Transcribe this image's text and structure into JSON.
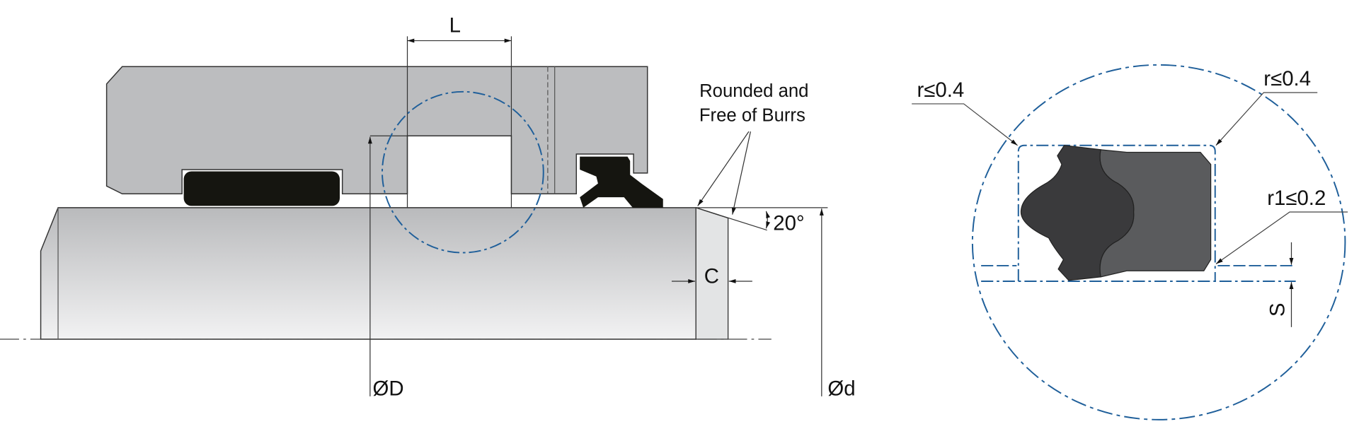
{
  "left_view": {
    "dim_L": "L",
    "dim_bore": "ØD",
    "dim_rod": "Ød",
    "dim_chamfer": "C",
    "angle": "20°",
    "note_line1": "Rounded and",
    "note_line2": "Free of Burrs"
  },
  "detail_view": {
    "radius_top_left": "r≤0.4",
    "radius_top_right": "r≤0.4",
    "radius_bottom": "r1≤0.2",
    "dim_gap": "S"
  },
  "colors": {
    "housing": "#bcbdbf",
    "seal_black": "#151510",
    "detail_line": "#1f5f9a",
    "seal_dark": "#3a3a3c",
    "seal_gray": "#5a5b5d"
  }
}
